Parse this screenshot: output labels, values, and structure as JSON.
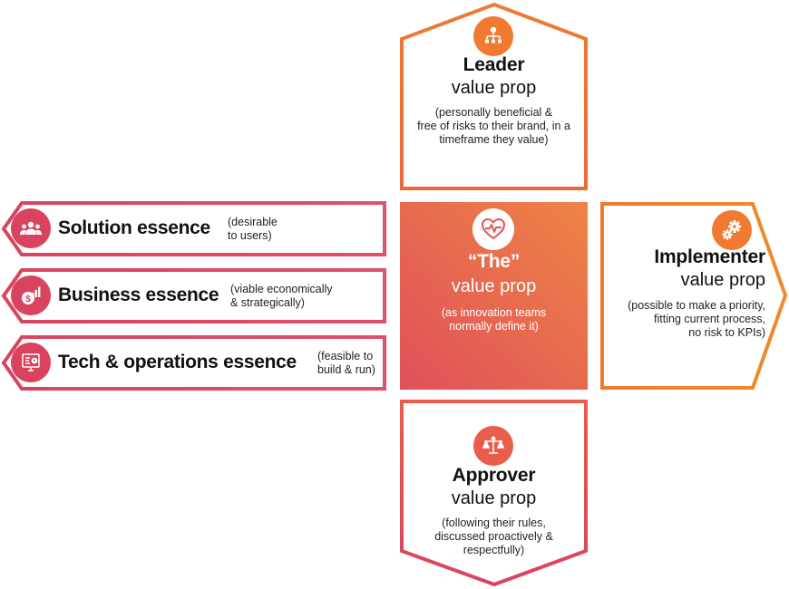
{
  "leader": {
    "title": "Leader",
    "subtitle": "value prop",
    "desc_lines": [
      "(personally beneficial &",
      "free of risks to their brand, in a",
      "timeframe they value)"
    ],
    "icon": "org-chart-icon"
  },
  "the": {
    "title": "“The”",
    "subtitle": "value prop",
    "desc_lines": [
      "(as innovation teams",
      "normally define it)"
    ],
    "icon": "heartbeat-icon"
  },
  "implementer": {
    "title": "Implementer",
    "subtitle": "value prop",
    "desc_lines": [
      "(possible to make a priority,",
      "fitting current process,",
      "no risk to KPIs)"
    ],
    "icon": "gears-icon"
  },
  "approver": {
    "title": "Approver",
    "subtitle": "value prop",
    "desc_lines": [
      "(following their rules,",
      "discussed proactively &",
      "respectfully)"
    ],
    "icon": "scales-icon"
  },
  "essences": [
    {
      "title": "Solution essence",
      "desc_lines": [
        "(desirable",
        "to users)"
      ],
      "icon": "users-icon"
    },
    {
      "title": "Business essence",
      "desc_lines": [
        "(viable economically",
        "& strategically)"
      ],
      "icon": "money-chart-icon"
    },
    {
      "title": "Tech & operations essence",
      "desc_lines": [
        "(feasible to",
        "build & run)"
      ],
      "icon": "computer-gear-icon"
    }
  ],
  "colors": {
    "orange": "#f0772f",
    "pink": "#d9435f",
    "center_fill_start": "#e65a4f",
    "center_fill_end": "#ea7a45"
  }
}
